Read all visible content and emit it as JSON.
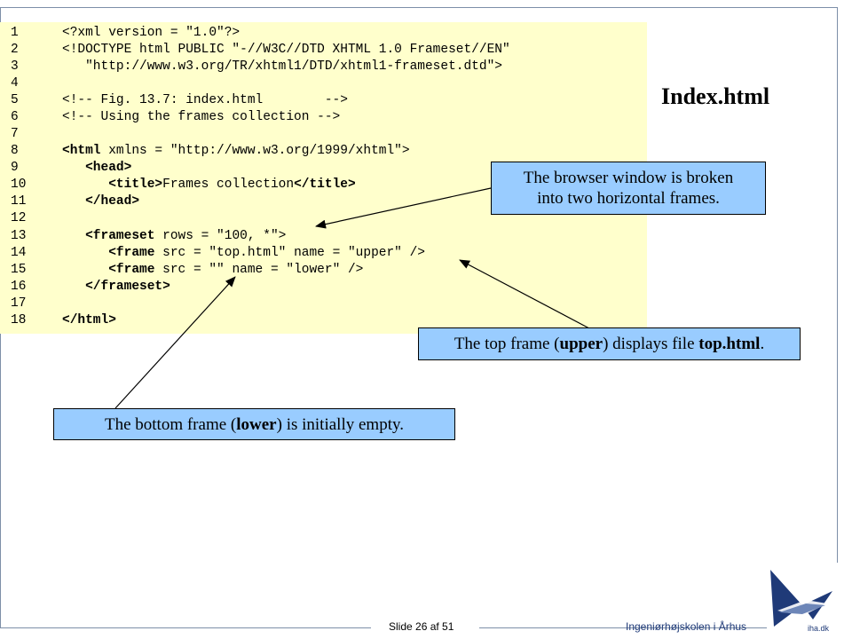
{
  "slide": {
    "title": "Index.html",
    "footer": "Slide 26 af  51",
    "organization": "Ingeniørhøjskolen i Århus",
    "logo_text": "iha.dk"
  },
  "code_lines": [
    {
      "n": "1",
      "text": "<?xml version = \"1.0\"?>"
    },
    {
      "n": "2",
      "text": "<!DOCTYPE html PUBLIC \"-//W3C//DTD XHTML 1.0 Frameset//EN\""
    },
    {
      "n": "3",
      "text": "   \"http://www.w3.org/TR/xhtml1/DTD/xhtml1-frameset.dtd\">"
    },
    {
      "n": "4",
      "text": ""
    },
    {
      "n": "5",
      "text": "<!-- Fig. 13.7: index.html        -->"
    },
    {
      "n": "6",
      "text": "<!-- Using the frames collection -->"
    },
    {
      "n": "7",
      "text": ""
    },
    {
      "n": "8",
      "text": "<html xmlns = \"http://www.w3.org/1999/xhtml\">"
    },
    {
      "n": "9",
      "text": "   <head>"
    },
    {
      "n": "10",
      "text": "      <title>Frames collection</title>"
    },
    {
      "n": "11",
      "text": "   </head>"
    },
    {
      "n": "12",
      "text": ""
    },
    {
      "n": "13",
      "text": "   <frameset rows = \"100, *\">"
    },
    {
      "n": "14",
      "text": "      <frame src = \"top.html\" name = \"upper\" />"
    },
    {
      "n": "15",
      "text": "      <frame src = \"\" name = \"lower\" />"
    },
    {
      "n": "16",
      "text": "   </frameset>"
    },
    {
      "n": "17",
      "text": ""
    },
    {
      "n": "18",
      "text": "</html>"
    }
  ],
  "callouts": {
    "browser_window": {
      "line1": "The browser window is broken",
      "line2": "into two horizontal frames."
    },
    "top_frame": {
      "p1": "The top frame (",
      "b1": "upper",
      "p2": ") displays file ",
      "b2": "top.html",
      "p3": "."
    },
    "bottom_frame": {
      "p1": "The bottom frame (",
      "b1": "lower",
      "p2": ") is initially empty."
    }
  }
}
